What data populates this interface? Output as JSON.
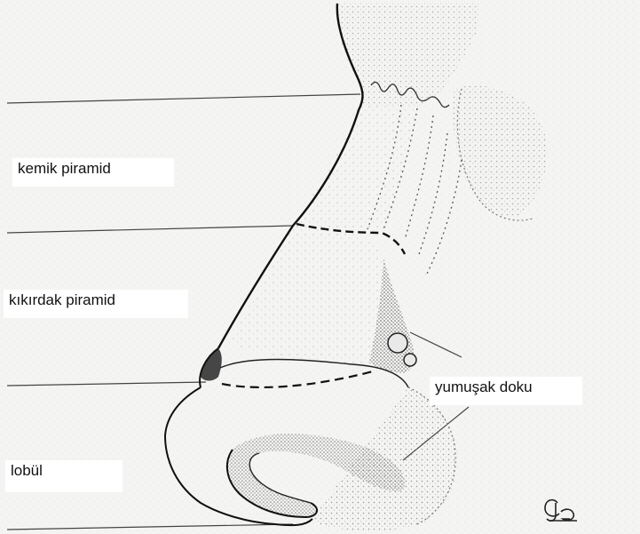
{
  "labels": {
    "kemik": "kemik piramid",
    "kikirdak": "kıkırdak piramid",
    "yumusak": "yumuşak doku",
    "lobul": "lobül"
  },
  "colors": {
    "background": "#f4f4f2",
    "ink": "#1a1a1a",
    "stipple": "#8a8a8a",
    "soft_tissue": "#6f6f6f"
  }
}
